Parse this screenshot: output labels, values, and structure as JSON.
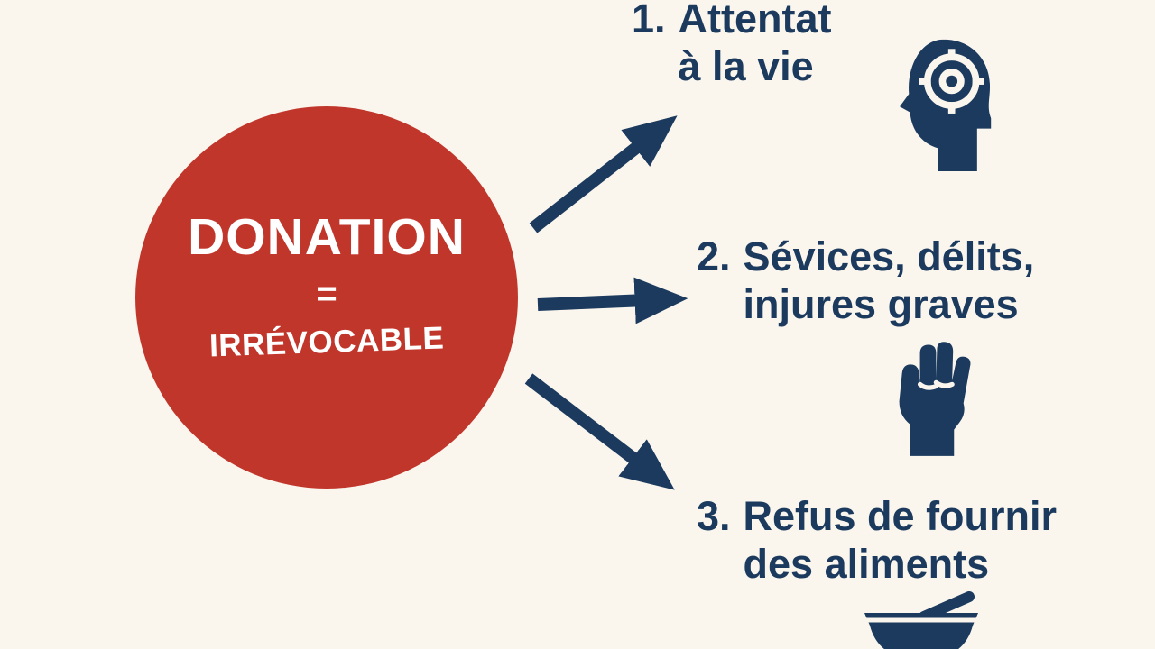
{
  "colors": {
    "background": "#faf6ee",
    "circle_red": "#c1362b",
    "navy": "#1b3a5e",
    "white": "#ffffff"
  },
  "circle": {
    "title": "DONATION",
    "equals": "=",
    "subtitle": "IRRÉVOCABLE"
  },
  "items": [
    {
      "number": "1.",
      "line1": "Attentat",
      "line2": "à la vie",
      "icon": "head-target-icon"
    },
    {
      "number": "2.",
      "line1": "Sévices, délits,",
      "line2": "injures graves",
      "icon": "fist-icon"
    },
    {
      "number": "3.",
      "line1": "Refus de fournir",
      "line2": "des aliments",
      "icon": "bowl-icon"
    }
  ]
}
